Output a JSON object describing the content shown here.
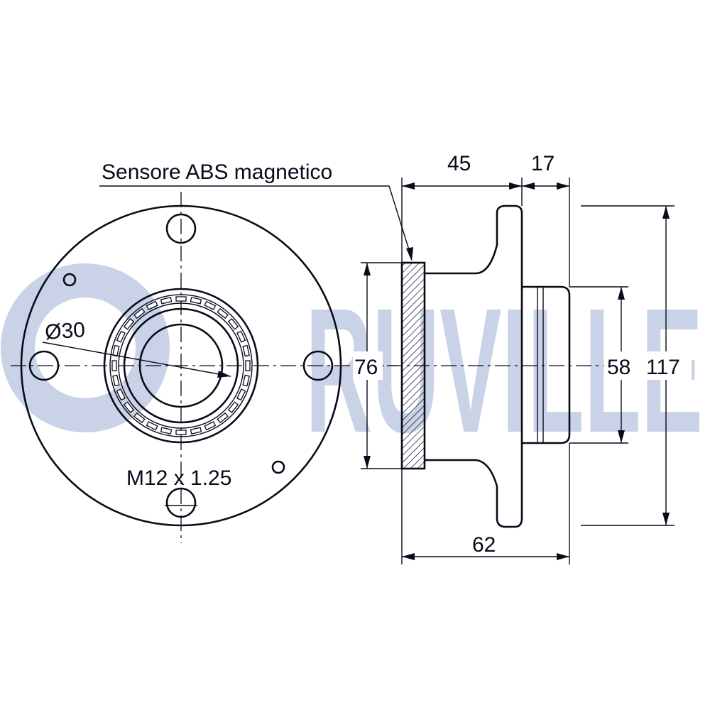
{
  "watermark": {
    "brand": "RUVILLE",
    "color": "#c9d2e6"
  },
  "labels": {
    "abs_sensor": "Sensore ABS magnetico",
    "thread": "M12 x 1.25",
    "bore_diameter": "Ø30"
  },
  "dimensions": {
    "dim_45": "45",
    "dim_17": "17",
    "dim_76": "76",
    "dim_58": "58",
    "dim_117": "117",
    "dim_62": "62"
  },
  "colors": {
    "line": "#0a0a1a",
    "background": "#ffffff"
  }
}
